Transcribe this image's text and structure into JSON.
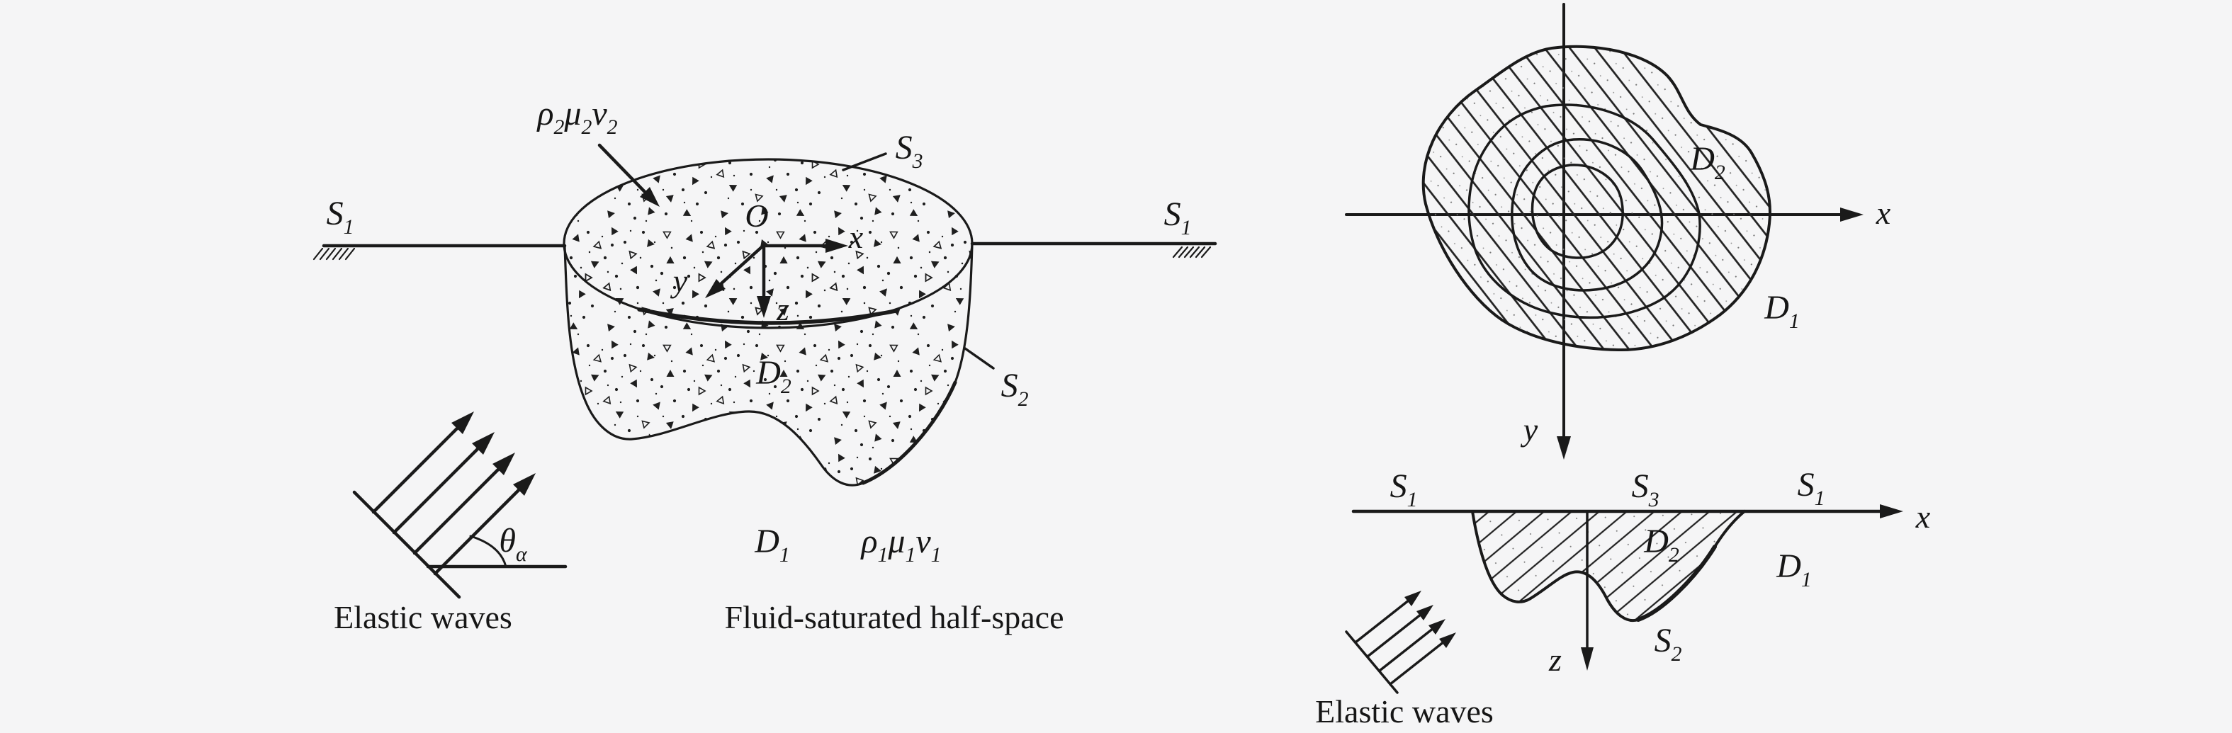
{
  "colors": {
    "background": "#f5f5f6",
    "ink": "#1a1a1a"
  },
  "left_figure": {
    "caption_waves": "Elastic waves",
    "caption_halfspace": "Fluid-saturated half-space",
    "labels": {
      "s1_left": [
        {
          "t": "S"
        },
        {
          "t": "1",
          "sub": true
        }
      ],
      "s1_right": [
        {
          "t": "S"
        },
        {
          "t": "1",
          "sub": true
        }
      ],
      "s2": [
        {
          "t": "S"
        },
        {
          "t": "2",
          "sub": true
        }
      ],
      "s3": [
        {
          "t": "S"
        },
        {
          "t": "3",
          "sub": true
        }
      ],
      "d1": [
        {
          "t": "D"
        },
        {
          "t": "1",
          "sub": true
        }
      ],
      "d2": [
        {
          "t": "D"
        },
        {
          "t": "2",
          "sub": true
        }
      ],
      "medium2": [
        {
          "t": "ρ"
        },
        {
          "t": "2",
          "sub": true
        },
        {
          "t": "μ"
        },
        {
          "t": "2",
          "sub": true
        },
        {
          "t": "ν"
        },
        {
          "t": "2",
          "sub": true
        }
      ],
      "medium1": [
        {
          "t": "ρ"
        },
        {
          "t": "1",
          "sub": true
        },
        {
          "t": "μ"
        },
        {
          "t": "1",
          "sub": true
        },
        {
          "t": "ν"
        },
        {
          "t": "1",
          "sub": true
        }
      ],
      "incidence_angle": [
        {
          "t": "θ"
        },
        {
          "t": "α",
          "sub": true
        }
      ],
      "origin": "O",
      "axis_x": "x",
      "axis_y": "y",
      "axis_z": "z"
    }
  },
  "top_right_figure": {
    "labels": {
      "d2": [
        {
          "t": "D"
        },
        {
          "t": "2",
          "sub": true
        }
      ],
      "d1": [
        {
          "t": "D"
        },
        {
          "t": "1",
          "sub": true
        }
      ],
      "axis_x": "x",
      "axis_y": "y"
    }
  },
  "bottom_right_figure": {
    "caption_waves": "Elastic waves",
    "labels": {
      "s1_left": [
        {
          "t": "S"
        },
        {
          "t": "1",
          "sub": true
        }
      ],
      "s3": [
        {
          "t": "S"
        },
        {
          "t": "3",
          "sub": true
        }
      ],
      "s1_right": [
        {
          "t": "S"
        },
        {
          "t": "1",
          "sub": true
        }
      ],
      "d2": [
        {
          "t": "D"
        },
        {
          "t": "2",
          "sub": true
        }
      ],
      "d1": [
        {
          "t": "D"
        },
        {
          "t": "1",
          "sub": true
        }
      ],
      "s2": [
        {
          "t": "S"
        },
        {
          "t": "2",
          "sub": true
        }
      ],
      "axis_x": "x",
      "axis_z": "z"
    }
  }
}
